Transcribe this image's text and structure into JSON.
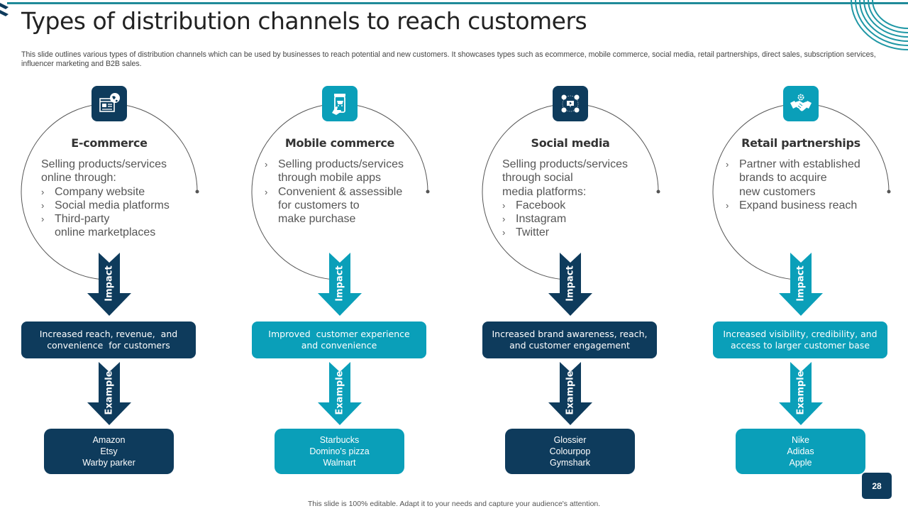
{
  "slide": {
    "title": "Types of distribution channels to reach customers",
    "subtitle": "This slide outlines various types of distribution channels which can be used by businesses to reach potential and new customers. It showcases types such as ecommerce, mobile commerce, social media, retail partnerships, direct sales, subscription services, influencer marketing and B2B sales.",
    "footer": "This slide is 100% editable. Adapt it to your needs and capture your audience's attention.",
    "page_number": "28"
  },
  "colors": {
    "navy": "#0e3b5c",
    "teal": "#0a9fb9",
    "accent_line": "#1f8a99"
  },
  "arrow_labels": {
    "impact": "Impact",
    "example": "Example"
  },
  "channels": [
    {
      "name": "E-commerce",
      "icon": "ecommerce-globe-browser-icon",
      "theme": "navy",
      "intro": [
        "Selling products/services",
        "online through:"
      ],
      "bullets": [
        "Company website",
        "Social media platforms",
        "Third-party online marketplaces"
      ],
      "bullet_lines": [
        [
          "Company website"
        ],
        [
          "Social media platforms"
        ],
        [
          "Third-party",
          "online marketplaces"
        ]
      ],
      "impact": [
        "Increased reach, revenue,  and",
        "convenience  for customers"
      ],
      "examples": [
        "Amazon",
        "Etsy",
        "Warby parker"
      ]
    },
    {
      "name": "Mobile commerce",
      "icon": "mobile-shopping-cart-icon",
      "theme": "teal",
      "intro": [],
      "bullets": [
        "Selling products/services through mobile apps",
        "Convenient & assessible for customers to make purchase"
      ],
      "bullet_lines": [
        [
          "Selling products/services",
          "through  mobile apps"
        ],
        [
          "Convenient  & assessible",
          "for customers to",
          "make purchase"
        ]
      ],
      "impact": [
        "Improved  customer experience",
        "and convenience"
      ],
      "examples": [
        "Starbucks",
        "Domino's pizza",
        "Walmart"
      ]
    },
    {
      "name": "Social media",
      "icon": "social-media-network-icon",
      "theme": "navy",
      "intro": [
        "Selling products/services",
        "through  social",
        "media platforms:"
      ],
      "bullets": [
        "Facebook",
        "Instagram",
        "Twitter"
      ],
      "bullet_lines": [
        [
          "Facebook"
        ],
        [
          "Instagram"
        ],
        [
          "Twitter"
        ]
      ],
      "impact": [
        "Increased brand awareness, reach,",
        "and customer engagement"
      ],
      "examples": [
        "Glossier",
        "Colourpop",
        "Gymshark"
      ]
    },
    {
      "name": "Retail partnerships",
      "icon": "handshake-gear-icon",
      "theme": "teal",
      "intro": [],
      "bullets": [
        "Partner with established brands to acquire new customers",
        "Expand business reach"
      ],
      "bullet_lines": [
        [
          "Partner with established",
          "brands to acquire",
          "new customers"
        ],
        [
          "Expand business reach"
        ]
      ],
      "impact": [
        "Increased visibility, credibility, and",
        "access to larger customer base"
      ],
      "examples": [
        "Nike",
        "Adidas",
        "Apple"
      ]
    }
  ]
}
